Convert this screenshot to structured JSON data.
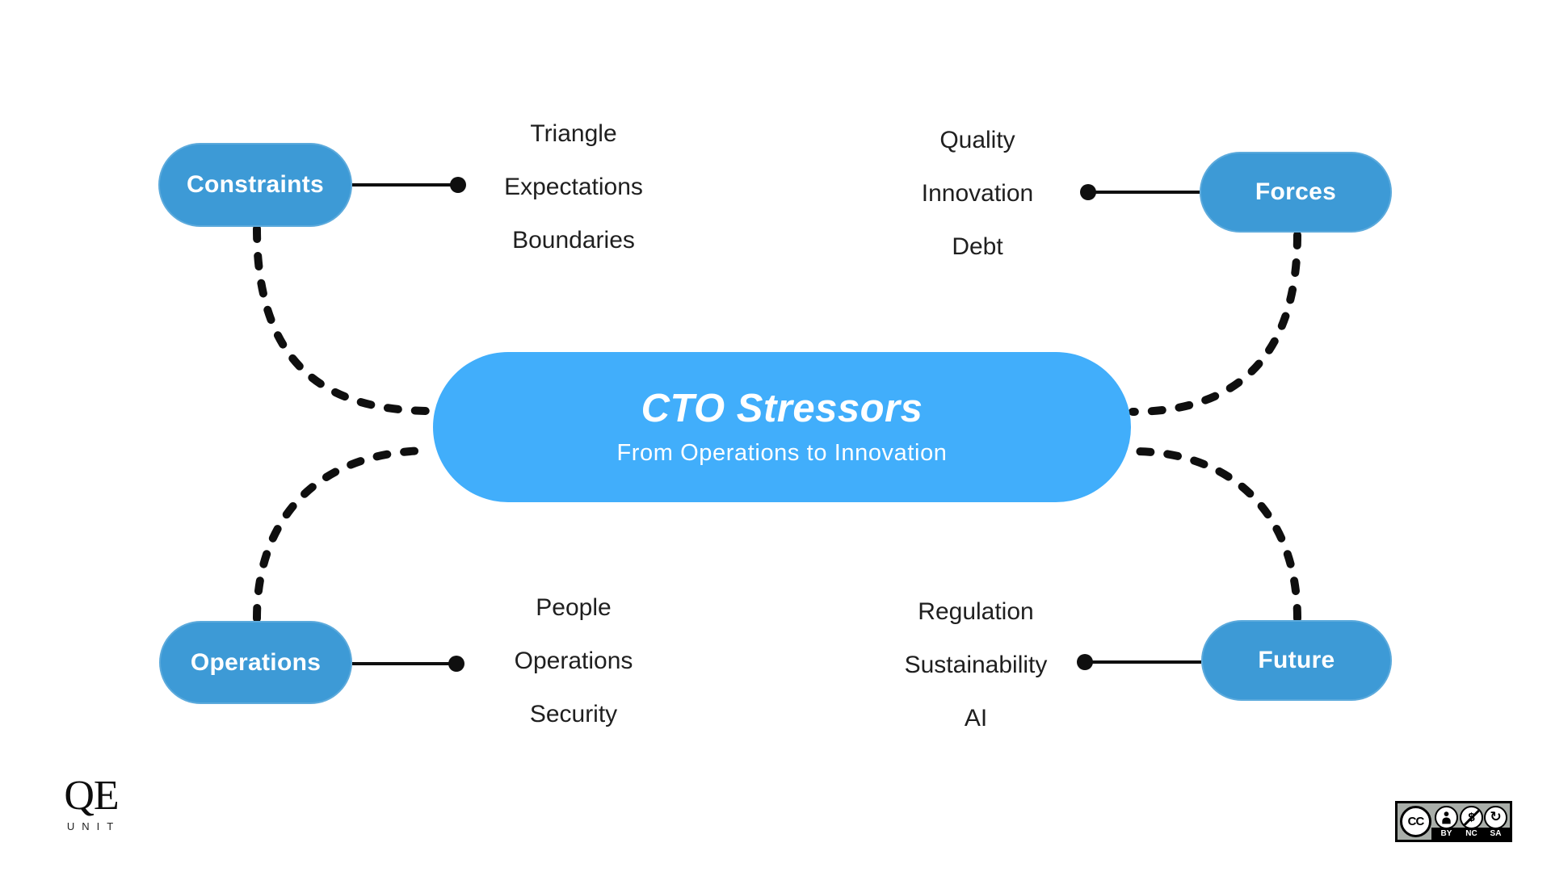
{
  "center": {
    "title": "CTO Stressors",
    "subtitle": "From Operations to Innovation"
  },
  "nodes": [
    {
      "label": "Constraints",
      "items": [
        "Triangle",
        "Expectations",
        "Boundaries"
      ]
    },
    {
      "label": "Forces",
      "items": [
        "Quality",
        "Innovation",
        "Debt"
      ]
    },
    {
      "label": "Operations",
      "items": [
        "People",
        "Operations",
        "Security"
      ]
    },
    {
      "label": "Future",
      "items": [
        "Regulation",
        "Sustainability",
        "AI"
      ]
    }
  ],
  "branding": {
    "logo_text": "QE",
    "logo_subtext": "UNIT"
  },
  "license": {
    "cc_glyph": "CC",
    "nc_glyph": "$",
    "sa_glyph": "↻",
    "labels": [
      "BY",
      "NC",
      "SA"
    ]
  },
  "colors": {
    "node_blue": "#3d9ad6",
    "center_blue": "#41aefb",
    "connector": "#0f0f0f",
    "label_text": "#1f1f1f",
    "badge_bg": "#a9aea9"
  }
}
